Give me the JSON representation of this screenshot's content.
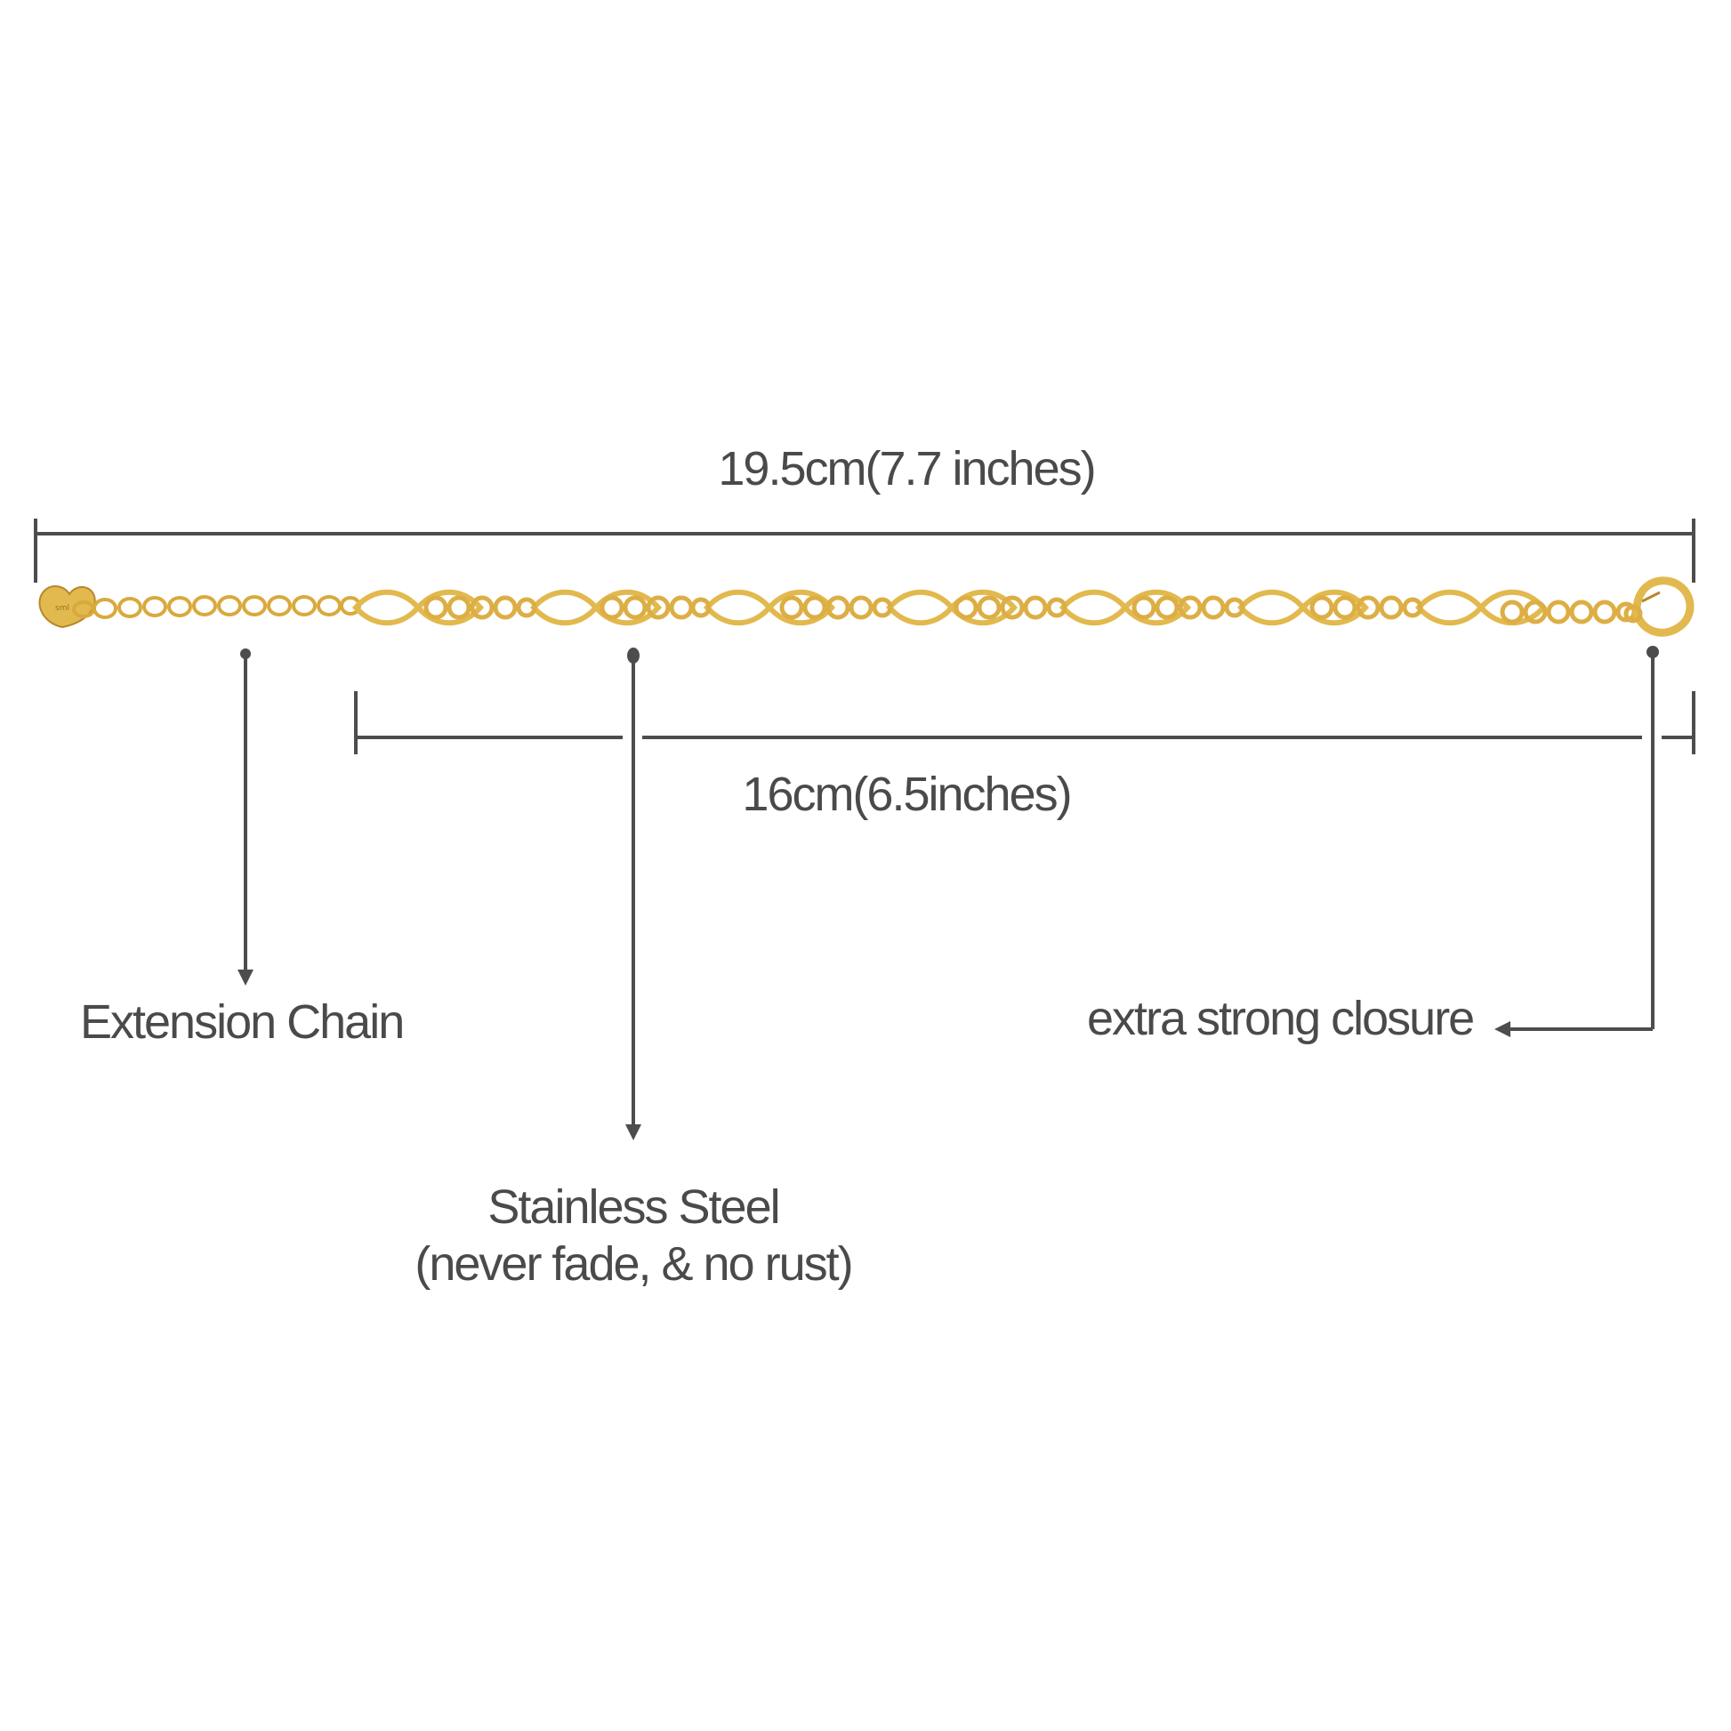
{
  "dimensions": {
    "total_length": "19.5cm(7.7 inches)",
    "inner_length": "16cm(6.5inches)"
  },
  "callouts": {
    "extension_chain": "Extension Chain",
    "closure": "extra strong closure",
    "material_title": "Stainless Steel",
    "material_note": "(never fade, & no rust)"
  },
  "colors": {
    "line": "#4d4d4d",
    "gold": "#e2b94e",
    "gold_dark": "#b8872a",
    "text": "#4a4a4a"
  },
  "icons": [
    "heart-charm-icon",
    "lobster-clasp-icon",
    "arrow-down-icon",
    "arrow-left-icon"
  ]
}
